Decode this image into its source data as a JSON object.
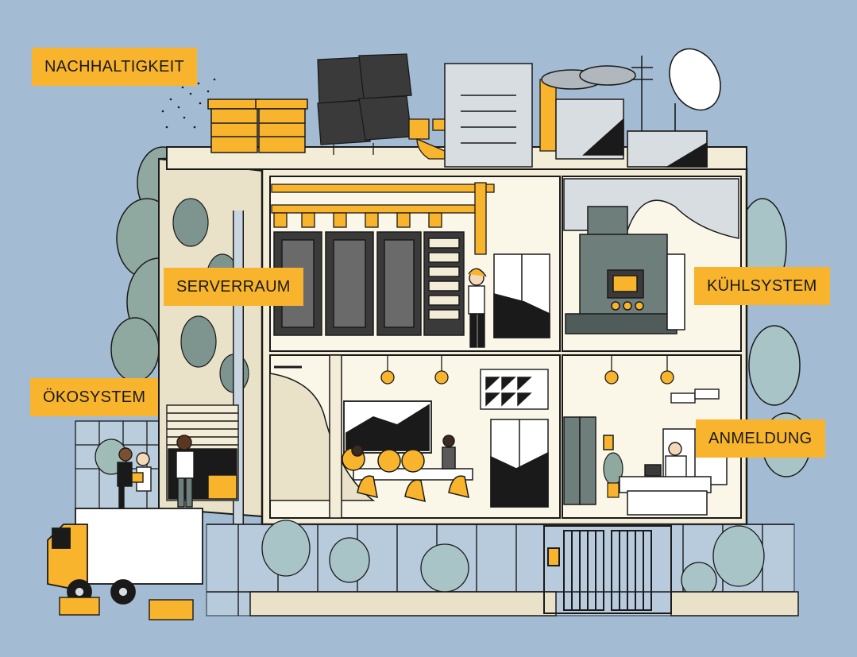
{
  "labels": {
    "sustainability": "NACHHALTIGKEIT",
    "server_room": "SERVERRAUM",
    "cooling_system": "KÜHLSYSTEM",
    "ecosystem": "ÖKOSYSTEM",
    "registration": "ANMELDUNG"
  },
  "colors": {
    "background": "#a4bcd3",
    "accent": "#f8b42c",
    "building": "#f3ecd6",
    "line": "#1a1a1a",
    "greenery": "#8fa8a0",
    "machinery": "#6e7e7a"
  }
}
